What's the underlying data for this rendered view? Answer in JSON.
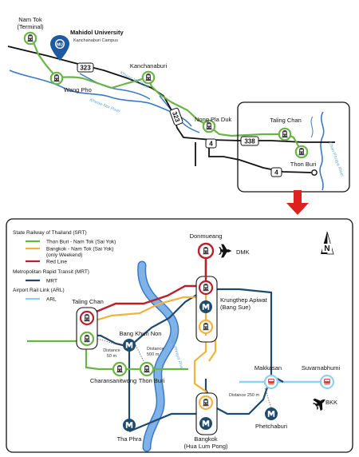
{
  "colors": {
    "srt_green": "#6ab446",
    "srt_yellow": "#f0b43c",
    "red_line": "#b8202e",
    "mrt_blue": "#1e4a6e",
    "arl_light_blue": "#8fd0f0",
    "river": "#3c78c8",
    "highway": "#111111",
    "arrow_red": "#e0201e"
  },
  "top_map": {
    "labels": {
      "nam_tok": "Nam Tok",
      "nam_tok_sub": "(Terminal)",
      "mahidol": "Mahidol University",
      "mahidol_sub": "Kanchanaburi Campus",
      "kanchanaburi": "Kanchanaburi",
      "wang_pho": "Wang Pho",
      "nong_pla_duk": "Nong Pla Duk",
      "taling_chan": "Taling Chan",
      "thon_buri": "Thon Buri"
    },
    "rivers": {
      "khwae_yai": "Khwae Yai River",
      "khwae_noi": "Khwae Noi River",
      "chao_phraya": "Chao Phraya River"
    },
    "roads": {
      "r323a": "323",
      "r323b": "323",
      "r4a": "4",
      "r338": "338",
      "r4b": "4"
    }
  },
  "legend": {
    "srt_title": "State Railway of Thailand (SRT)",
    "srt_green": "Thon Buri - Nam Tok (Sai Yok)",
    "srt_yellow": "Bangkok - Nam Tok (Sai Yok)",
    "srt_yellow_sub": "(only Weekend)",
    "red_line": "Red Line",
    "mrt_title": "Metropolitan Rapid Transit (MRT)",
    "mrt": "MRT",
    "arl_title": "Airport Rail Link (ARL)",
    "arl": "ARL"
  },
  "bottom_map": {
    "stations": {
      "donmueang": "Donmueang",
      "dmk": "DMK",
      "krungthep": "Krungthep Apiwat",
      "bang_sue": "(Bang Sue)",
      "taling_chan": "Taling Chan",
      "bang_khun_non": "Bang Khun Non",
      "charansanitwong": "Charansanitwong",
      "thon_buri": "Thon Buri",
      "tha_phra": "Tha Phra",
      "bangkok": "Bangkok",
      "hua_lum_pong": "(Hua Lum Pong)",
      "phetchaburi": "Phetchaburi",
      "makkasan": "Makkasan",
      "suvarnabhumi": "Suvarnabhumi",
      "bkk": "BKK"
    },
    "distances": {
      "d1a": "Distance",
      "d1b": "50 m",
      "d2a": "Distance",
      "d2b": "500 m",
      "d3": "Distance 250 m"
    },
    "river": "Chao Phraya River",
    "north": "N"
  }
}
